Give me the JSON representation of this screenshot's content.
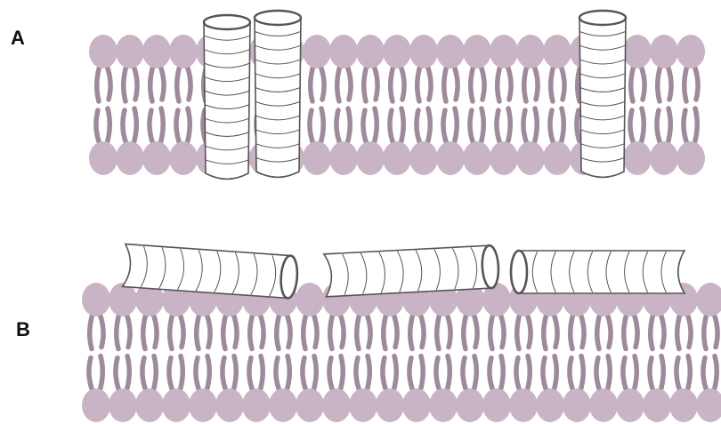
{
  "panels": [
    {
      "label": "A",
      "helix_orientation": "transmembrane"
    },
    {
      "label": "B",
      "helix_orientation": "surface-bound"
    }
  ],
  "colors": {
    "lipid_head": "#c9b4c6",
    "lipid_tail": "#9e8a9b",
    "helix_fill": "#ffffff",
    "helix_stroke": "#555555",
    "label": "#111111"
  },
  "icons": {
    "lipid": "lipid-icon",
    "helix": "helix-cylinder-icon"
  }
}
